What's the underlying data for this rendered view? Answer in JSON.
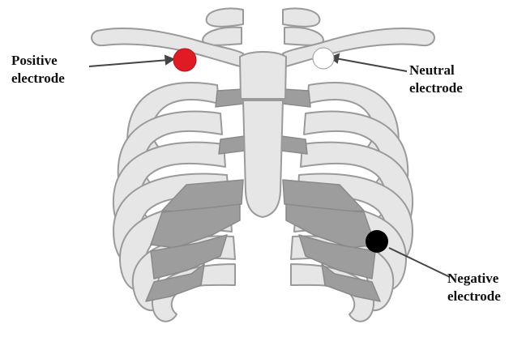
{
  "labels": {
    "positive": {
      "line1": "Positive",
      "line2": "electrode"
    },
    "neutral": {
      "line1": "Neutral",
      "line2": "electrode"
    },
    "negative": {
      "line1": "Negative",
      "line2": "electrode"
    }
  },
  "colors": {
    "bone_fill": "#e6e6e6",
    "bone_stroke": "#9a9a9a",
    "cartilage": "#9d9d9d",
    "positive_electrode": "#e01b24",
    "neutral_electrode": "#ffffff",
    "negative_electrode": "#000000",
    "leader_line": "#444444"
  }
}
